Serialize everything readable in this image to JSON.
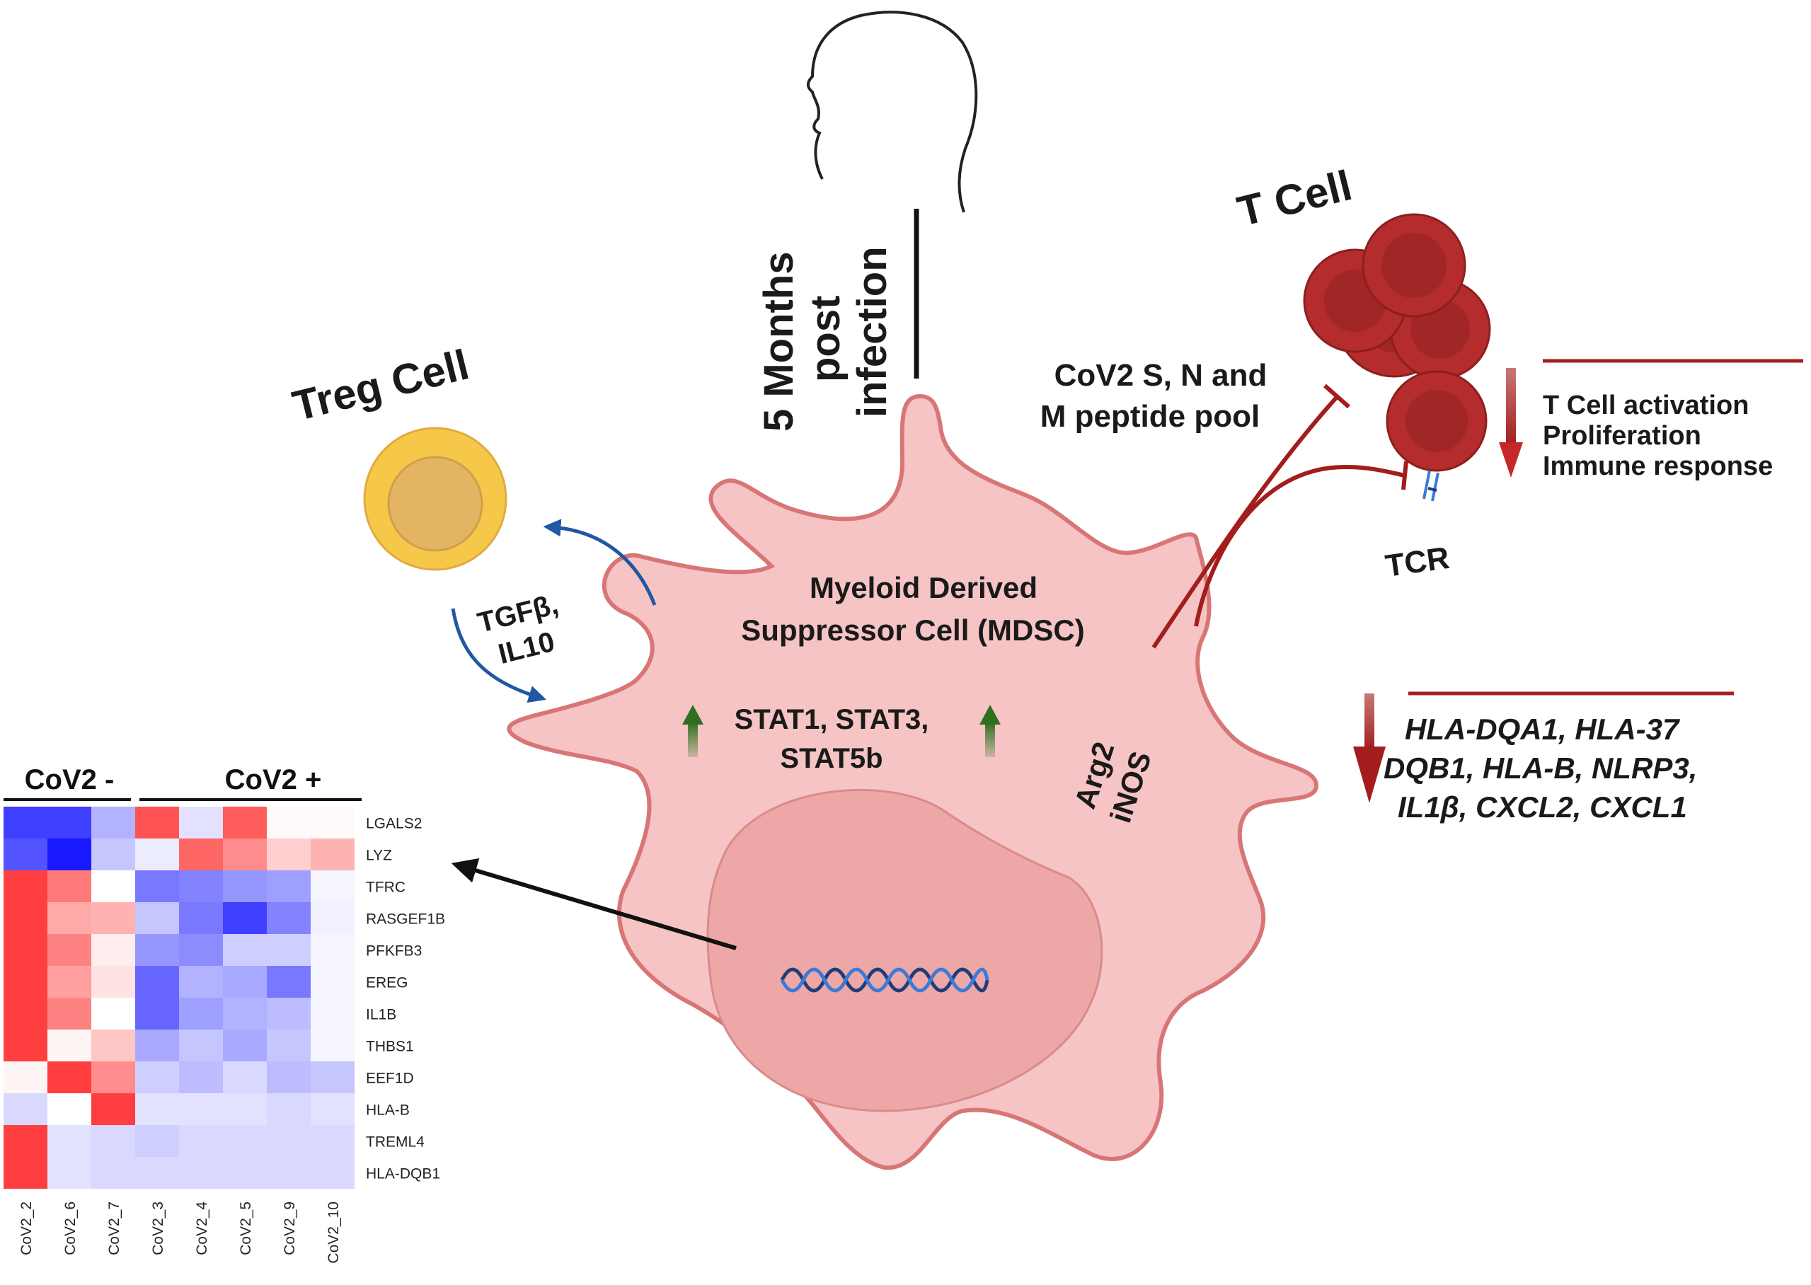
{
  "labels": {
    "timepoint": [
      "5 Months",
      "post",
      "infection"
    ],
    "treg": "Treg Cell",
    "tcell": "T Cell",
    "cytokines": [
      "TGFβ,",
      "IL10"
    ],
    "mdsc": [
      "Myeloid Derived",
      "Suppressor Cell (MDSC)"
    ],
    "stat": [
      "STAT1, STAT3,",
      "STAT5b"
    ],
    "arg": [
      "Arg2",
      "iNOS"
    ],
    "peptide": [
      "CoV2 S, N and",
      "M peptide pool"
    ],
    "tcr": "TCR",
    "effects": [
      "T Cell activation",
      "Proliferation",
      "Immune response"
    ],
    "genes": [
      "HLA-DQA1, HLA-37",
      "DQB1, HLA-B, NLRP3,",
      "IL1β, CXCL2, CXCL1"
    ]
  },
  "colors": {
    "cell_fill": "#f6c4c4",
    "cell_stroke": "#d87676",
    "nucleus": "#eea7a7",
    "treg_outer": "#f5c84a",
    "treg_inner": "#e3b461",
    "tcell": "#b42c2c",
    "inhibit": "#a31d1d",
    "up_arrow": "#2e6f20",
    "cytokine_arrow": "#2157a3"
  },
  "icons": {
    "head": "human-head-icon",
    "dna": "dna-helix-icon",
    "receptor": "tcr-receptor-icon"
  },
  "heatmap": {
    "group_labels": [
      "CoV2 -",
      "CoV2 +"
    ],
    "columns": [
      "CoV2_2",
      "CoV2_6",
      "CoV2_7",
      "CoV2_3",
      "CoV2_4",
      "CoV2_5",
      "CoV2_9",
      "CoV2_10"
    ],
    "rows": [
      "LGALS2",
      "LYZ",
      "TFRC",
      "RASGEF1B",
      "PFKFB3",
      "EREG",
      "IL1B",
      "THBS1",
      "EEF1D",
      "HLA-B",
      "TREML4",
      "HLA-DQB1"
    ],
    "values": [
      [
        -2.0,
        -2.0,
        -0.8,
        1.8,
        -0.3,
        1.7,
        0.05,
        0.05
      ],
      [
        -1.8,
        -2.6,
        -0.6,
        -0.2,
        1.6,
        1.2,
        0.5,
        0.8
      ],
      [
        2.0,
        1.4,
        0.0,
        -1.4,
        -1.3,
        -1.1,
        -1.0,
        -0.1
      ],
      [
        2.0,
        0.9,
        0.8,
        -0.6,
        -1.4,
        -2.0,
        -1.3,
        -0.15
      ],
      [
        2.0,
        1.3,
        0.2,
        -1.1,
        -1.2,
        -0.5,
        -0.5,
        -0.1
      ],
      [
        2.0,
        1.0,
        0.3,
        -1.6,
        -0.8,
        -0.9,
        -1.4,
        -0.1
      ],
      [
        2.0,
        1.3,
        0.0,
        -1.6,
        -1.0,
        -0.8,
        -0.7,
        -0.1
      ],
      [
        2.0,
        0.1,
        0.6,
        -0.9,
        -0.6,
        -0.9,
        -0.6,
        -0.1
      ],
      [
        0.1,
        2.0,
        1.2,
        -0.5,
        -0.7,
        -0.4,
        -0.7,
        -0.6
      ],
      [
        -0.4,
        0.0,
        2.0,
        -0.3,
        -0.3,
        -0.3,
        -0.4,
        -0.3
      ],
      [
        2.0,
        -0.3,
        -0.4,
        -0.5,
        -0.4,
        -0.4,
        -0.4,
        -0.4
      ],
      [
        2.0,
        -0.3,
        -0.4,
        -0.4,
        -0.4,
        -0.4,
        -0.4,
        -0.4
      ]
    ]
  }
}
